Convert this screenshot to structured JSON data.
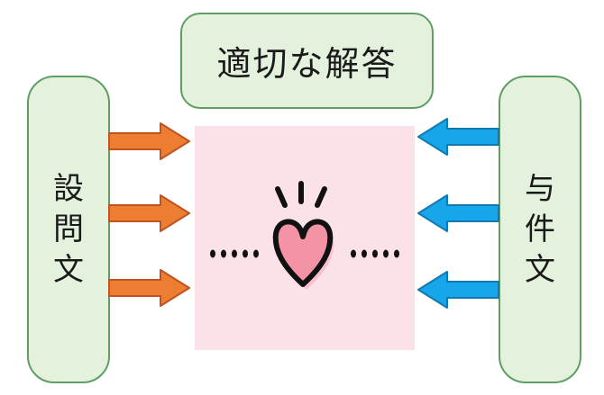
{
  "diagram": {
    "top_box": {
      "label": "適切な解答"
    },
    "left_box": {
      "label": "設問文",
      "chars": [
        "設",
        "問",
        "文"
      ]
    },
    "right_box": {
      "label": "与件文",
      "chars": [
        "与",
        "件",
        "文"
      ]
    },
    "center": {
      "icon": "heart-illustration"
    },
    "arrows": {
      "from_left_count": 3,
      "from_right_count": 3,
      "left_direction": "right",
      "right_direction": "left"
    },
    "colors": {
      "box_fill": "#e4f2dd",
      "box_border": "#5f9e63",
      "center_fill": "#fbe2e8",
      "orange_arrow_fill": "#ed7d31",
      "orange_arrow_border": "#c0531f",
      "blue_arrow_fill": "#16a6e9",
      "blue_arrow_border": "#1279b0",
      "heart_fill": "#f492a6",
      "heart_glow": "#f9bfca",
      "ink": "#111111"
    }
  }
}
